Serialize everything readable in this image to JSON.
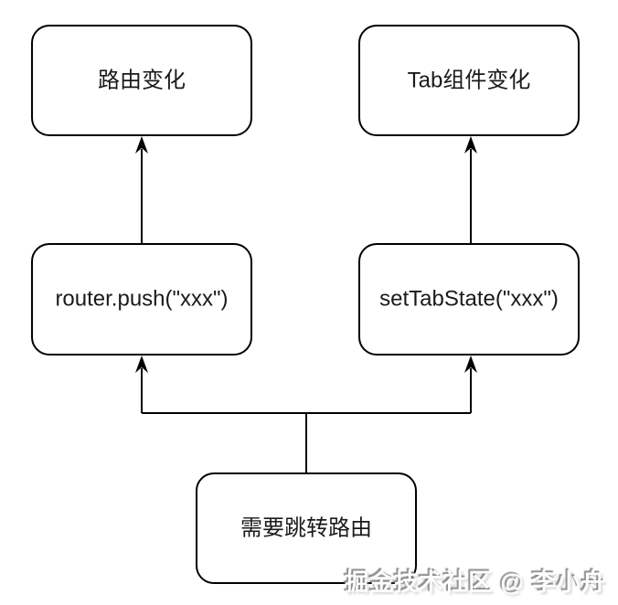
{
  "diagram": {
    "background_color": "#ffffff",
    "line_color": "#000000",
    "text_color": "#1a1a1a",
    "nodes": [
      {
        "id": "route-change",
        "label": "路由变化"
      },
      {
        "id": "tab-component-change",
        "label": "Tab组件变化"
      },
      {
        "id": "router-push",
        "label": "router.push(\"xxx\")"
      },
      {
        "id": "set-tab-state",
        "label": "setTabState(\"xxx\")"
      },
      {
        "id": "need-route-jump",
        "label": "需要跳转路由"
      }
    ],
    "edges": [
      {
        "from": "router-push",
        "to": "route-change"
      },
      {
        "from": "set-tab-state",
        "to": "tab-component-change"
      },
      {
        "from": "need-route-jump",
        "to": "router-push"
      },
      {
        "from": "need-route-jump",
        "to": "set-tab-state"
      }
    ]
  },
  "watermark": {
    "text": "掘金技术社区 @ 李小舟"
  }
}
